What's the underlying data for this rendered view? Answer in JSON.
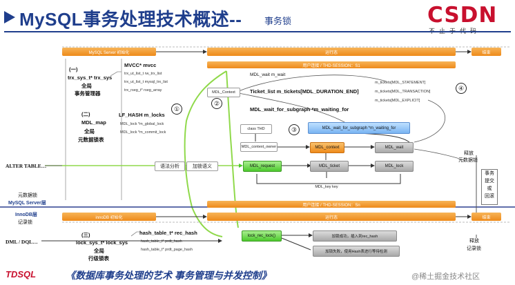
{
  "header": {
    "title": "MySQL事务处理技术概述--",
    "subtitle": "事务锁",
    "logo": "CSDN",
    "logo_tagline": "不止于代码"
  },
  "top_bar": {
    "mysql_server": "MySQL Server 初始化",
    "running": "运行态",
    "end": "结束",
    "session_top": "用户连接 / THD-SESSION：S1",
    "session_bottom": "用户连接 / THD-SESSION：Sn",
    "innodb_init": "innoDB 初始化",
    "innodb_running": "运行态",
    "innodb_end": "结束"
  },
  "left_section_1": {
    "num": "(一)",
    "line1": "trx_sys_t* trx_sys",
    "line2": "全局",
    "line3": "事务管理器",
    "mvcc": "MVCC* mvcc",
    "items": [
      "trx_ut_list_t rw_trx_list",
      "trx_ut_list_t mysql_trx_list",
      "trx_rseg_t* rseg_array"
    ]
  },
  "left_section_2": {
    "num": "(二)",
    "line1": "MDL_map",
    "line2": "全局",
    "line3": "元数据锁表",
    "hash": "LF_HASH m_locks",
    "items": [
      "MDL_lock *m_global_lock",
      "MDL_lock *m_commit_lock"
    ]
  },
  "left_section_3": {
    "num": "(三)",
    "line1": "lock_sys_t* lock_sys",
    "line2": "全局",
    "line3": "行级锁表",
    "hash": "hash_table_t* rec_hash",
    "items": [
      "hash_table_t* prdt_hash",
      "hash_table_t* prdt_page_hash"
    ]
  },
  "side_labels": {
    "alter": "ALTER TABLE…",
    "meta_lock": "元数据锁",
    "mysql_layer": "MySQL Server层",
    "innodb_layer": "InnoDB层",
    "record_lock": "记录锁",
    "dml": "DML / DQL…"
  },
  "context": {
    "mdl_context": "MDL_Context",
    "mdl_wait": "MDL_wait  m_wait",
    "ticket_list": "Ticket_list  m_tickets[MDL_DURATION_END]",
    "wait_for": "MDL_wait_for_subgraph  *m_waiting_for",
    "tickets": [
      "m_tickets[MDL_STATEMENT]",
      "m_tickets[MDL_TRANSACTION]",
      "m_tickets[MDL_EXPLICIT]"
    ]
  },
  "flow": {
    "syntax": "语法分析",
    "lock_semantics": "加锁语义",
    "class_thd": "class THD",
    "owner": "MDL_context_owner",
    "mdl_context_box": "MDL_context",
    "mdl_wait_box": "MDL_wait",
    "mdl_request": "MDL_request",
    "mdl_ticket": "MDL_ticket",
    "mdl_lock": "MDL_lock",
    "mdl_key": "MDL_key key",
    "wait_for_box": "MDL_wait_for_subgraph *m_waiting_for",
    "lock_rec": "lock_rec_lock()",
    "lock_ok": "加锁成功，插入到rec_hash",
    "lock_fail": "加锁失败，使用Hash表进行等待检测"
  },
  "right_labels": {
    "release_meta": [
      "释放",
      "元数据锁"
    ],
    "commit": [
      "事务",
      "提交",
      "或",
      "回滚"
    ],
    "release_rec": [
      "释放",
      "记录锁"
    ]
  },
  "circles": [
    "①",
    "②",
    "③",
    "④"
  ],
  "footer": {
    "left": "TDSQL",
    "center": "《数据库事务处理的艺术 事务管理与并发控制》",
    "watermark": "@稀土掘金技术社区"
  }
}
